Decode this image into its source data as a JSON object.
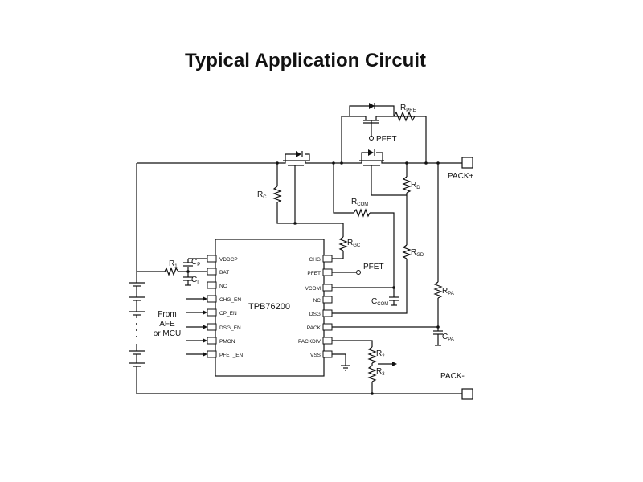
{
  "title": "Typical Application Circuit",
  "ic": {
    "name": "TPB76200",
    "left_pins": [
      "VDDCP",
      "BAT",
      "NC",
      "CHG_EN",
      "CP_EN",
      "DSG_EN",
      "PMON",
      "PFET_EN"
    ],
    "right_pins": [
      "CHG",
      "PFET",
      "VCOM",
      "NC",
      "DSG",
      "PACK",
      "PACKDIV",
      "VSS"
    ]
  },
  "labels": {
    "pack_plus": "PACK+",
    "pack_minus": "PACK-",
    "pfet_top": "PFET",
    "pfet_right": "PFET",
    "from_line1": "From",
    "from_line2": "AFE",
    "from_line3": "or MCU"
  },
  "components": {
    "r_pre": {
      "letter": "R",
      "sub": "PRE"
    },
    "r_d": {
      "letter": "R",
      "sub": "D"
    },
    "r_c": {
      "letter": "R",
      "sub": "C"
    },
    "r_com": {
      "letter": "R",
      "sub": "COM"
    },
    "r_gc": {
      "letter": "R",
      "sub": "GC"
    },
    "r_gd": {
      "letter": "R",
      "sub": "GD"
    },
    "r_pa": {
      "letter": "R",
      "sub": "PA"
    },
    "c_pa": {
      "letter": "C",
      "sub": "PA"
    },
    "c_com": {
      "letter": "C",
      "sub": "COM"
    },
    "r_1": {
      "letter": "R",
      "sub": "1"
    },
    "c_p": {
      "letter": "C",
      "sub": "P"
    },
    "c_i": {
      "letter": "C",
      "sub": "I"
    },
    "r_2": {
      "letter": "R",
      "sub": "2"
    },
    "r_3": {
      "letter": "R",
      "sub": "3"
    }
  }
}
